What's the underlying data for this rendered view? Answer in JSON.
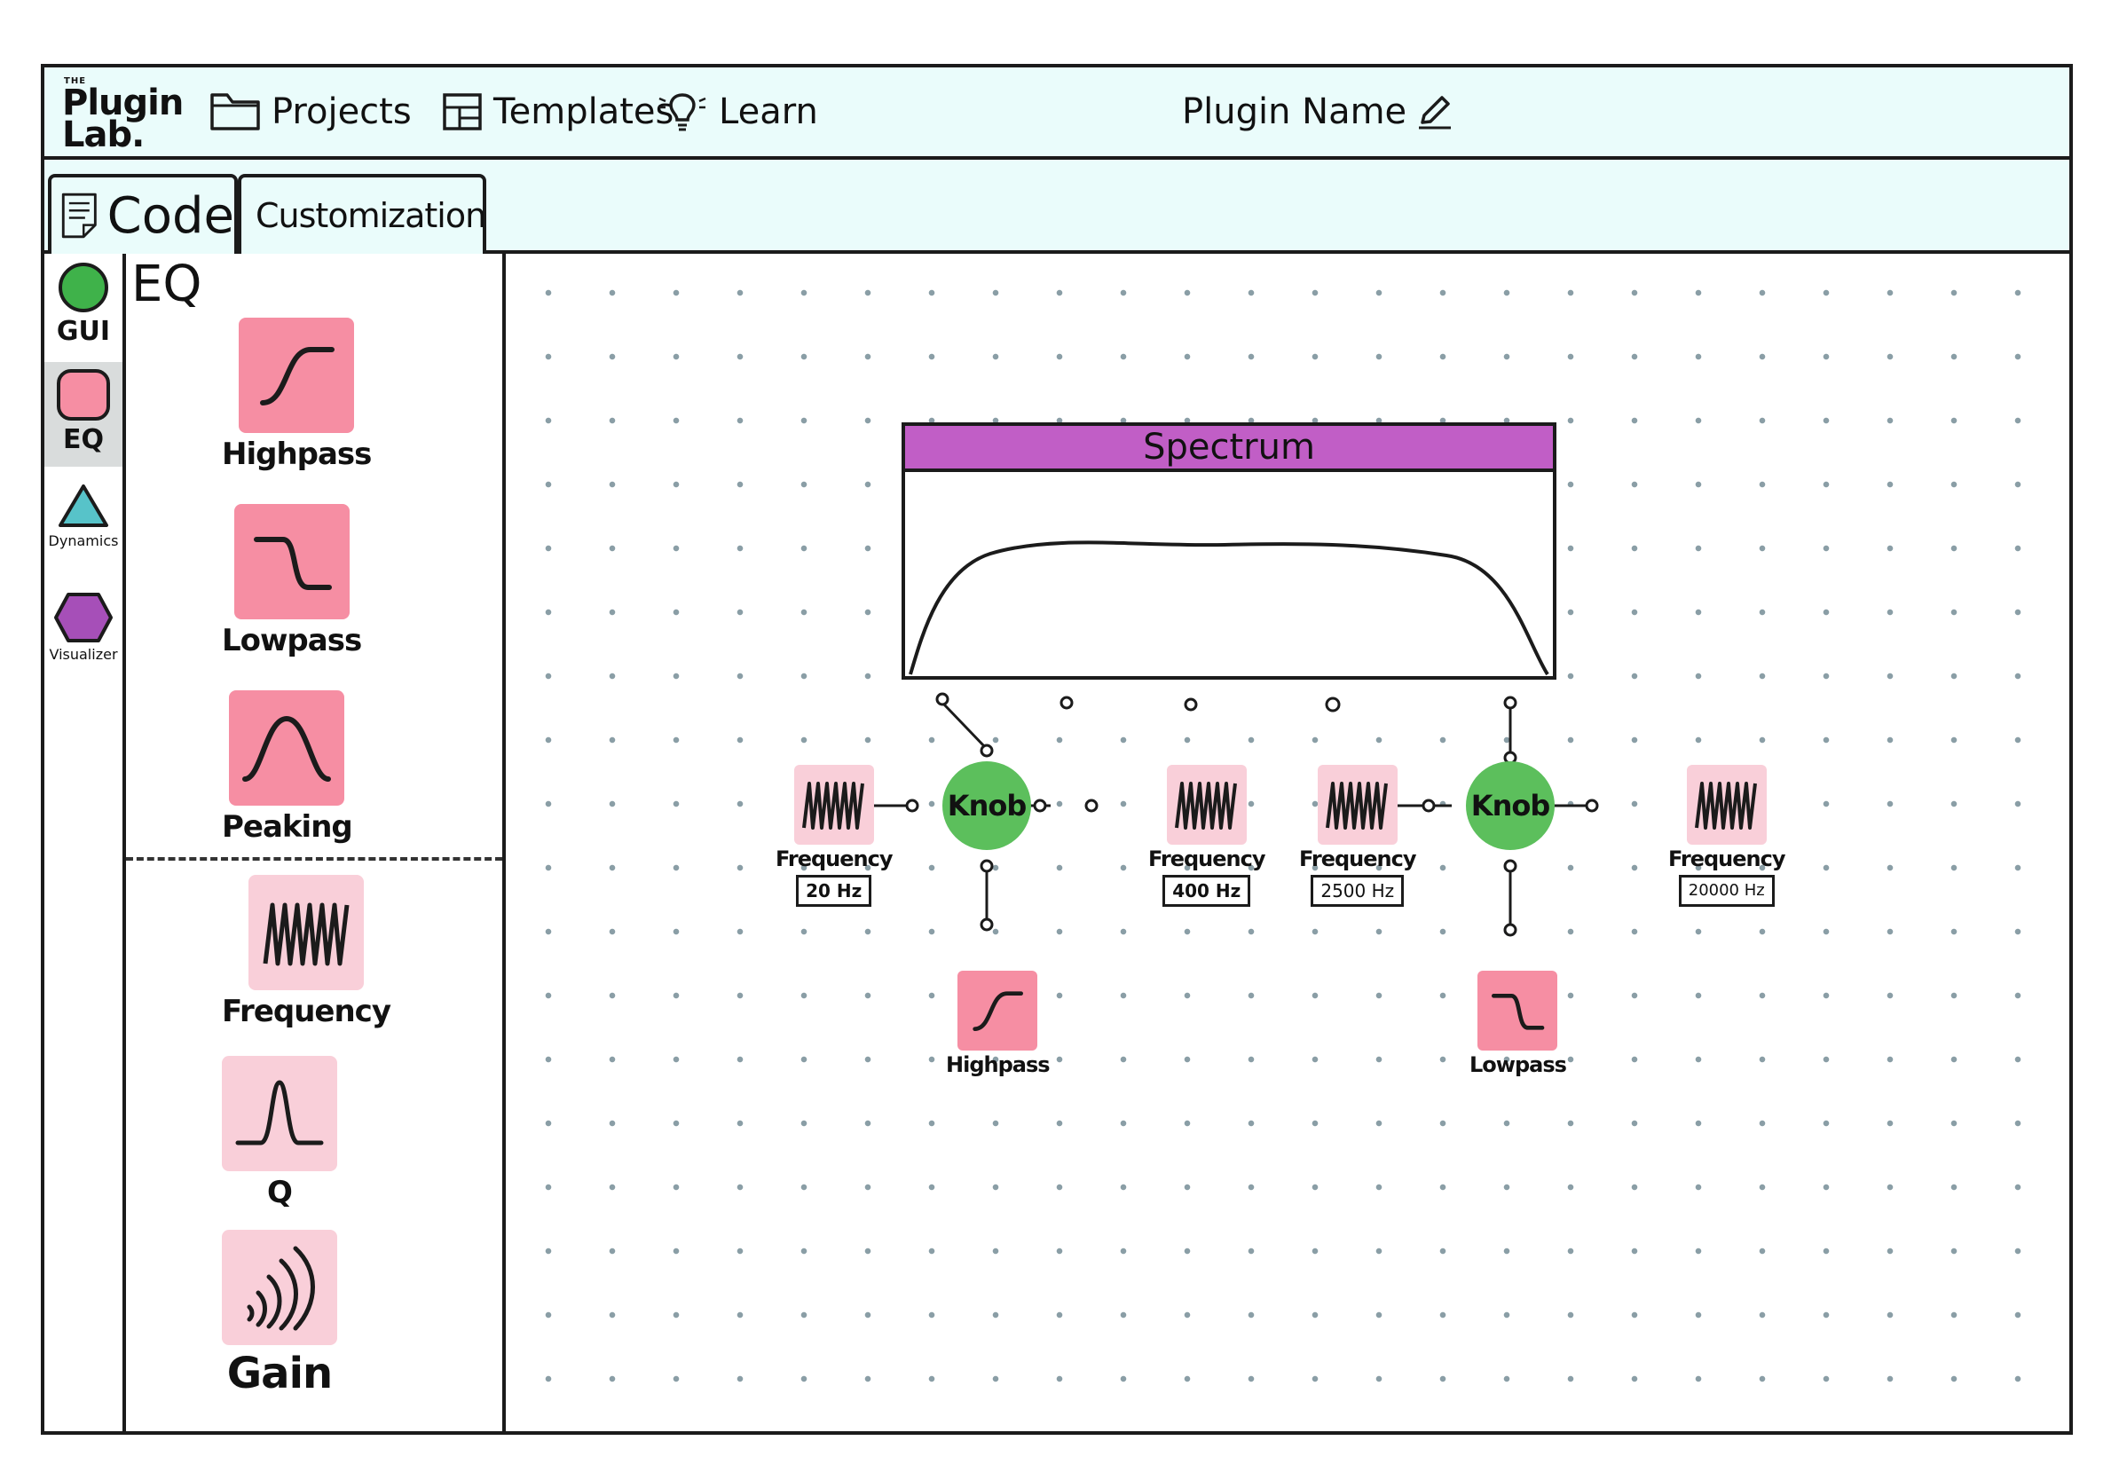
{
  "app": {
    "logo_small": "THE",
    "logo_line1": "Plugin",
    "logo_line2": "Lab.",
    "plugin_name": "Plugin Name"
  },
  "nav": [
    {
      "label": "Projects",
      "icon": "folder-icon"
    },
    {
      "label": "Templates",
      "icon": "layout-icon"
    },
    {
      "label": "Learn",
      "icon": "lightbulb-icon"
    }
  ],
  "tabs": [
    {
      "label": "Code",
      "icon": "document-icon"
    },
    {
      "label": "Customization",
      "icon": "brush-icon"
    }
  ],
  "categories": [
    {
      "label": "GUI",
      "shape": "circle",
      "color": "#3fb24a"
    },
    {
      "label": "EQ",
      "shape": "square",
      "color": "#f68ea3",
      "active": true
    },
    {
      "label": "Dynamics",
      "shape": "triangle",
      "color": "#57c3c9"
    },
    {
      "label": "Visualizer",
      "shape": "hexagon",
      "color": "#a64fb8"
    }
  ],
  "palette": {
    "title": "EQ",
    "filters": [
      "Highpass",
      "Lowpass",
      "Peaking"
    ],
    "params": [
      "Frequency",
      "Q",
      "Gain"
    ]
  },
  "canvas": {
    "spectrum_title": "Spectrum",
    "knob_label": "Knob",
    "nodes": {
      "freq1": {
        "label": "Frequency",
        "value": "20 Hz"
      },
      "freq2": {
        "label": "Frequency",
        "value": "400 Hz"
      },
      "freq3": {
        "label": "Frequency",
        "value": "2500 Hz"
      },
      "freq4": {
        "label": "Frequency",
        "value": "20000 Hz"
      },
      "highpass": {
        "label": "Highpass"
      },
      "lowpass": {
        "label": "Lowpass"
      }
    }
  },
  "colors": {
    "bar_bg": "#eafcfb",
    "tile_dark": "#f68ea3",
    "tile_light": "#f9cfd9",
    "knob": "#5cbf5c",
    "spectrum_header": "#c15ec6"
  }
}
